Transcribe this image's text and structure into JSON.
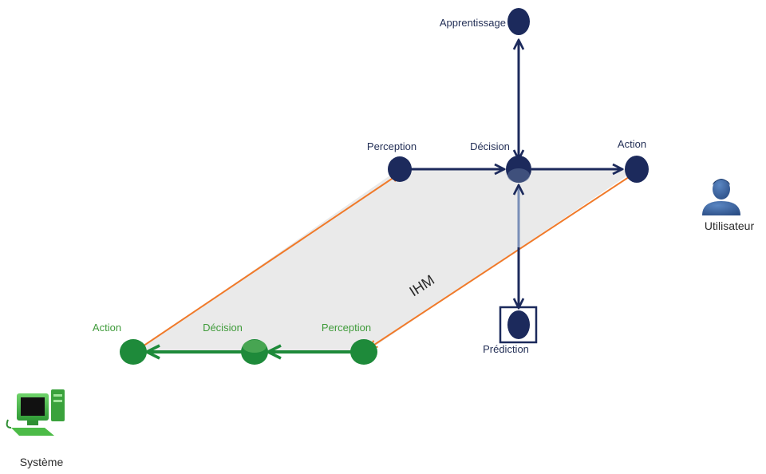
{
  "labels": {
    "apprentissage": "Apprentissage",
    "perception_user": "Perception",
    "decision_user": "Décision",
    "action_user": "Action",
    "prediction": "Prédiction",
    "utilisateur": "Utilisateur",
    "ihm": "IHM",
    "action_system": "Action",
    "decision_system": "Décision",
    "perception_system": "Perception",
    "systeme": "Système"
  },
  "colors": {
    "user_nodes": "#1c2a5c",
    "system_nodes": "#1e8a3a",
    "orange_links": "#f07a2a",
    "plane_fill": "#e8e8e8"
  },
  "icons": {
    "user": "user-silhouette-icon",
    "system": "desktop-computer-icon"
  }
}
